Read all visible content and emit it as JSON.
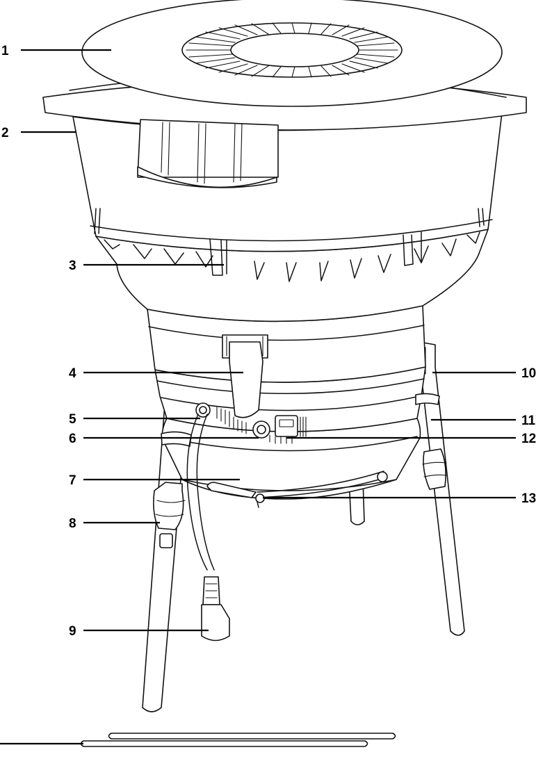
{
  "diagram": {
    "callouts": [
      {
        "id": "c1",
        "number": "1"
      },
      {
        "id": "c2",
        "number": "2"
      },
      {
        "id": "c3",
        "number": "3"
      },
      {
        "id": "c4",
        "number": "4"
      },
      {
        "id": "c5",
        "number": "5"
      },
      {
        "id": "c6",
        "number": "6"
      },
      {
        "id": "c7",
        "number": "7"
      },
      {
        "id": "c8",
        "number": "8"
      },
      {
        "id": "c9",
        "number": "9"
      },
      {
        "id": "c10",
        "number": "10"
      },
      {
        "id": "c11",
        "number": "11"
      },
      {
        "id": "c12",
        "number": "12"
      },
      {
        "id": "c13",
        "number": "13"
      }
    ]
  }
}
